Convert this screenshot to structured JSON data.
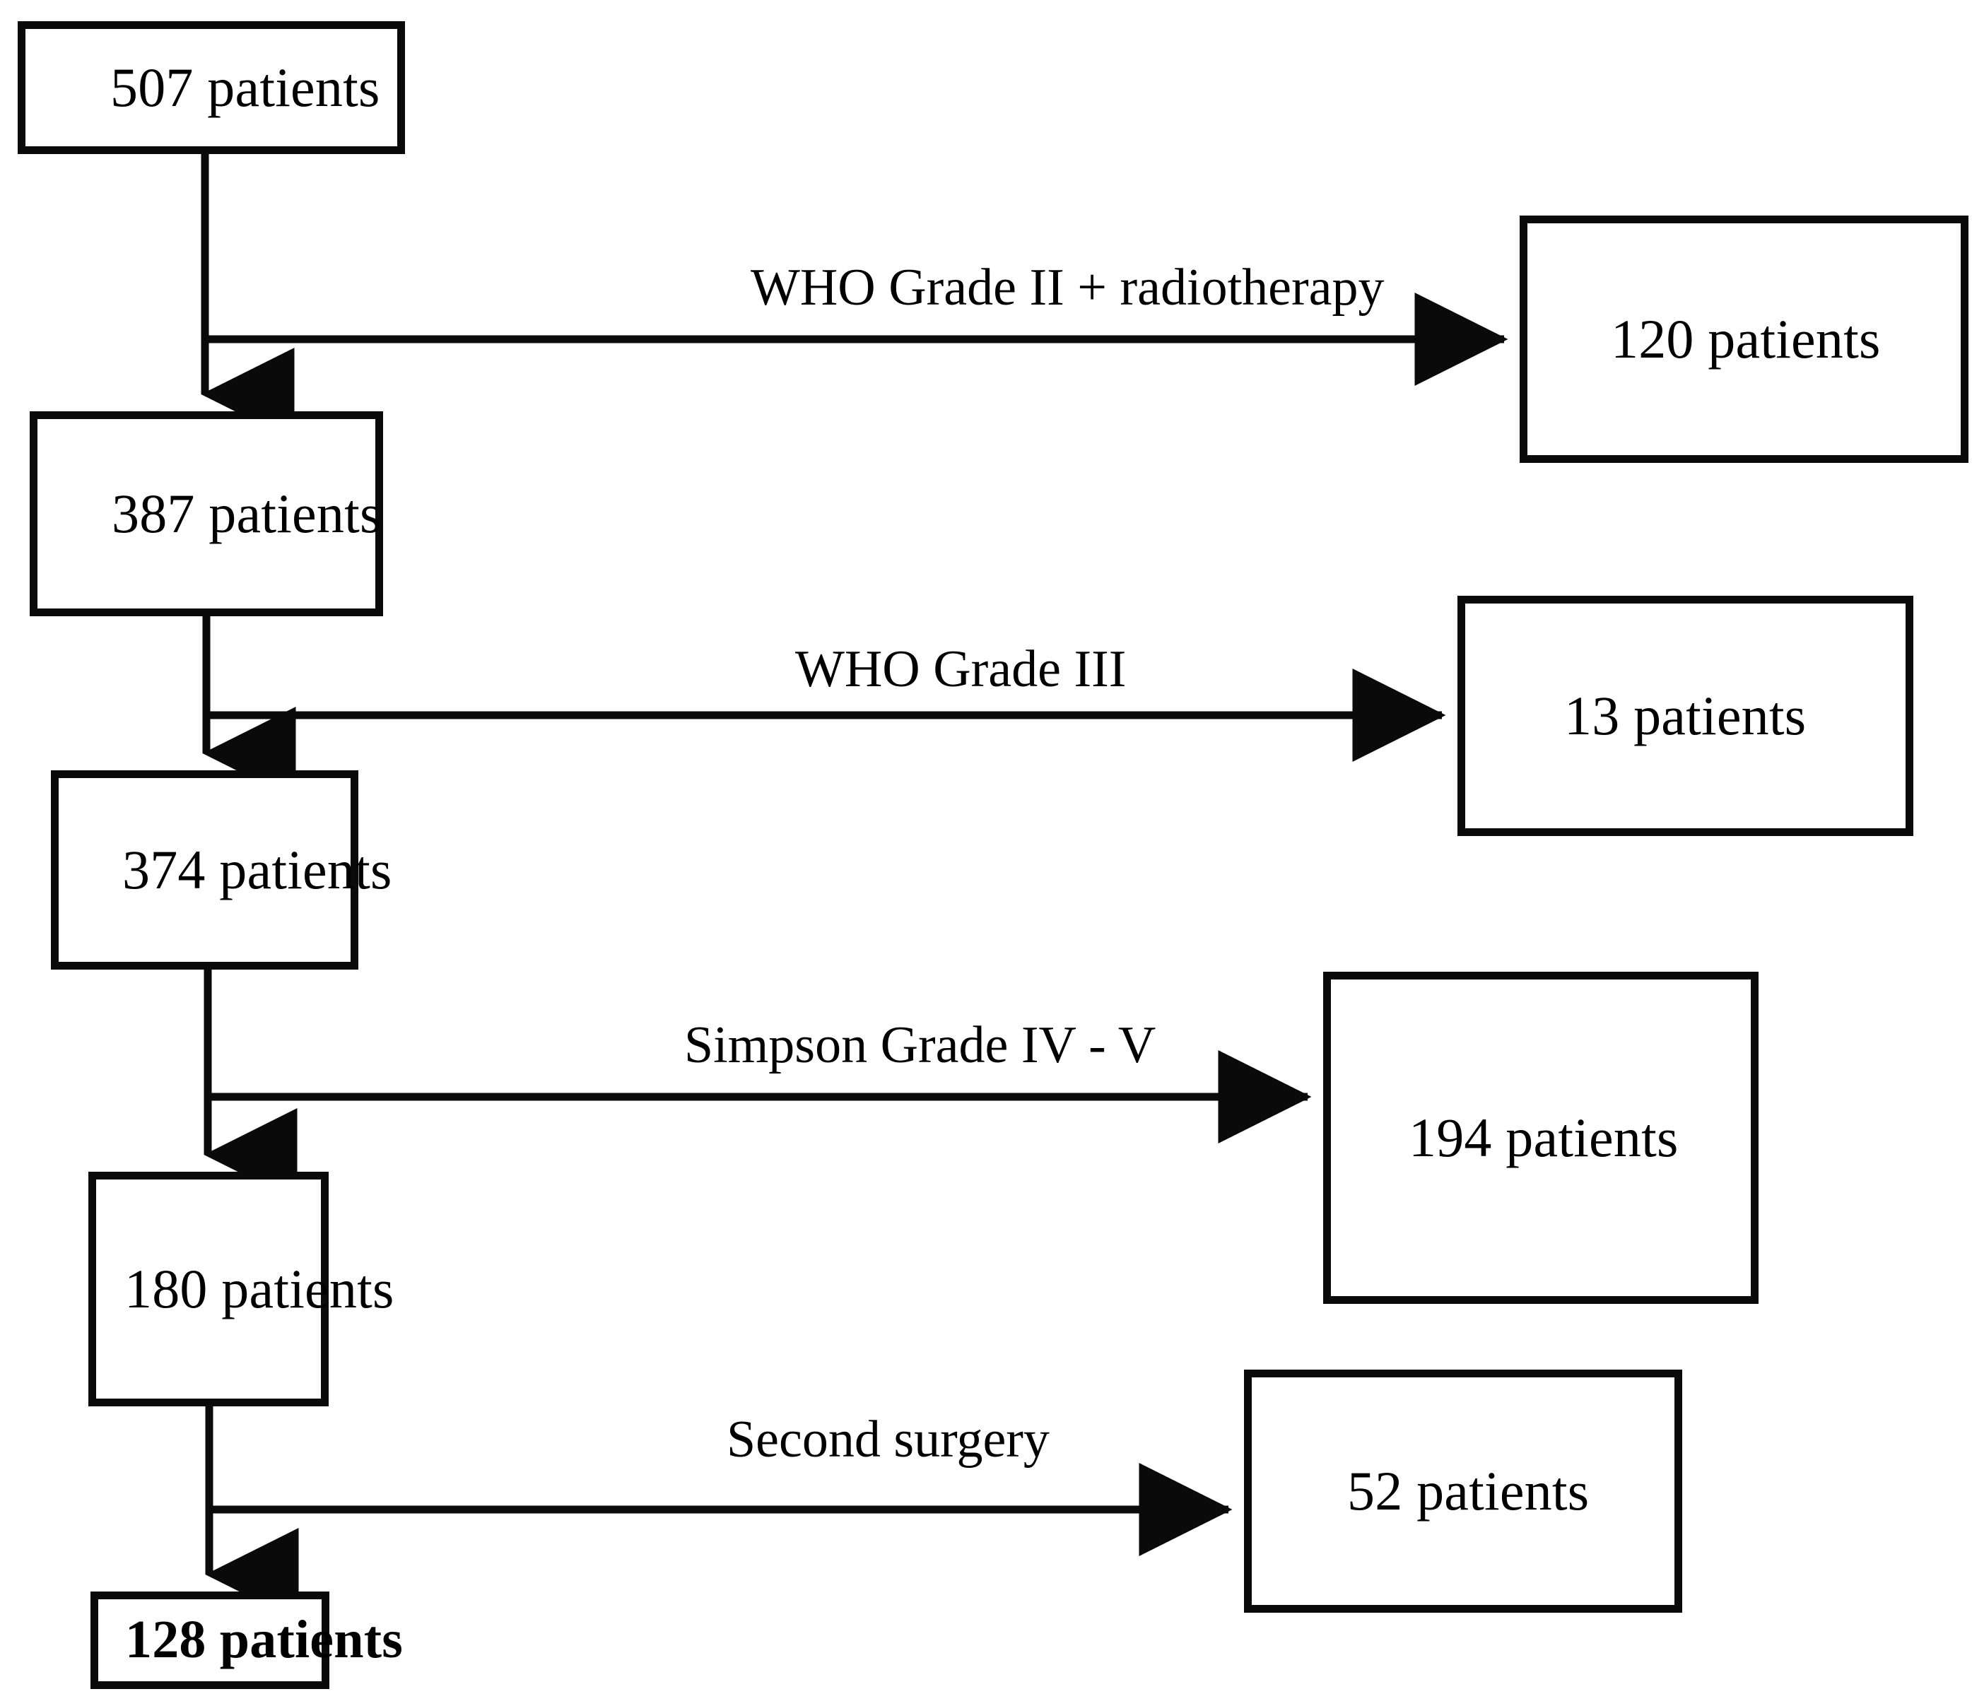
{
  "figure": {
    "type": "patient-selection-flowchart",
    "orientation": "top-to-bottom",
    "line_color": "#0a0a0a",
    "background_color": "#ffffff"
  },
  "chart_data": {
    "type": "flowchart",
    "title": "",
    "nodes": [
      {
        "id": "n507",
        "label": "507 patients",
        "count": 507,
        "column": "main",
        "emphasis": "normal"
      },
      {
        "id": "n120",
        "label": "120 patients",
        "count": 120,
        "column": "excluded",
        "emphasis": "normal"
      },
      {
        "id": "n387",
        "label": "387 patients",
        "count": 387,
        "column": "main",
        "emphasis": "normal"
      },
      {
        "id": "n13",
        "label": "13 patients",
        "count": 13,
        "column": "excluded",
        "emphasis": "normal"
      },
      {
        "id": "n374",
        "label": "374 patients",
        "count": 374,
        "column": "main",
        "emphasis": "normal"
      },
      {
        "id": "n194",
        "label": "194 patients",
        "count": 194,
        "column": "excluded",
        "emphasis": "normal"
      },
      {
        "id": "n180",
        "label": "180 patients",
        "count": 180,
        "column": "main",
        "emphasis": "normal"
      },
      {
        "id": "n52",
        "label": "52 patients",
        "count": 52,
        "column": "excluded",
        "emphasis": "normal"
      },
      {
        "id": "n128",
        "label": "128 patients",
        "count": 128,
        "column": "main",
        "emphasis": "bold"
      }
    ],
    "edges": [
      {
        "from": "n507",
        "to": "n387",
        "label": "",
        "direction": "down"
      },
      {
        "from": "n507",
        "to": "n120",
        "label": "WHO Grade II + radiotherapy",
        "direction": "right"
      },
      {
        "from": "n387",
        "to": "n374",
        "label": "",
        "direction": "down"
      },
      {
        "from": "n387",
        "to": "n13",
        "label": "WHO Grade III",
        "direction": "right"
      },
      {
        "from": "n374",
        "to": "n180",
        "label": "",
        "direction": "down"
      },
      {
        "from": "n374",
        "to": "n194",
        "label": "Simpson Grade IV - V",
        "direction": "right"
      },
      {
        "from": "n180",
        "to": "n128",
        "label": "",
        "direction": "down"
      },
      {
        "from": "n180",
        "to": "n52",
        "label": "Second surgery",
        "direction": "right"
      }
    ]
  },
  "nodes": {
    "n507": {
      "label": "507 patients"
    },
    "n387": {
      "label": "387 patients"
    },
    "n374": {
      "label": "374 patients"
    },
    "n180": {
      "label": "180 patients"
    },
    "n128": {
      "label": "128 patients"
    },
    "n120": {
      "label": "120 patients"
    },
    "n13": {
      "label": "13 patients"
    },
    "n194": {
      "label": "194 patients"
    },
    "n52": {
      "label": "52 patients"
    }
  },
  "edge_labels": {
    "who_grade_2": "WHO Grade II + radiotherapy",
    "who_grade_3": "WHO Grade III",
    "simpson_grade": "Simpson Grade IV - V",
    "second_surgery": "Second surgery"
  }
}
